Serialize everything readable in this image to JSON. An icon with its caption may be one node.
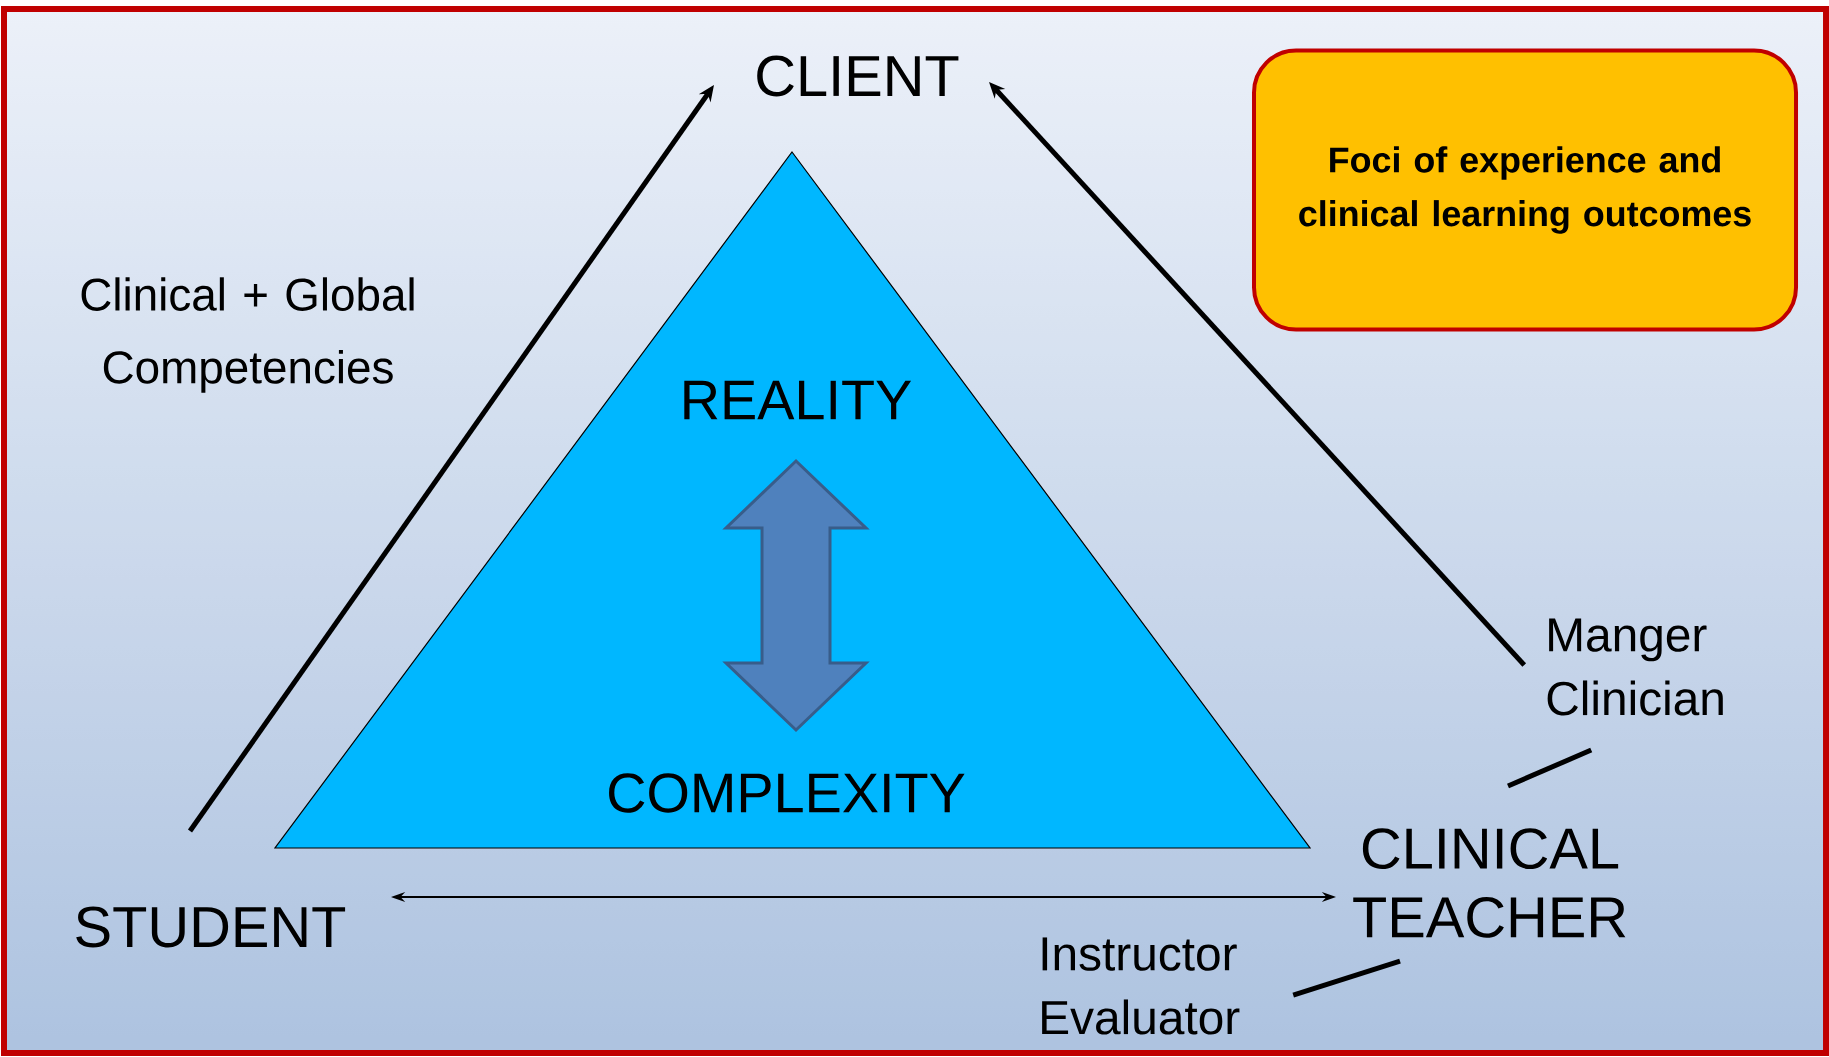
{
  "diagram": {
    "nodes": [
      {
        "text": [
          "CLIENT"
        ]
      },
      {
        "text": [
          "Foci of experience and clinical learning outcomes"
        ]
      },
      {
        "text": [
          "REALITY",
          "COMPLEXITY"
        ]
      },
      {
        "text": [
          "STUDENT"
        ]
      },
      {
        "text": [
          "CLINICAL TEACHER"
        ]
      },
      {
        "text": [
          "Manger Clinician"
        ]
      },
      {
        "text": [
          "Instructor Evaluator"
        ]
      }
    ],
    "edges": [
      {
        "from": 3,
        "to": 0,
        "arrow": "to"
      },
      {
        "from": 5,
        "to": 0,
        "arrow": "to"
      },
      {
        "from": 3,
        "to": 4,
        "arrow": "both"
      },
      {
        "from": 5,
        "to": 4,
        "arrow": "none"
      },
      {
        "from": 6,
        "to": 4,
        "arrow": "none"
      }
    ],
    "labels": [
      "Clinical + Global Competencies"
    ]
  }
}
